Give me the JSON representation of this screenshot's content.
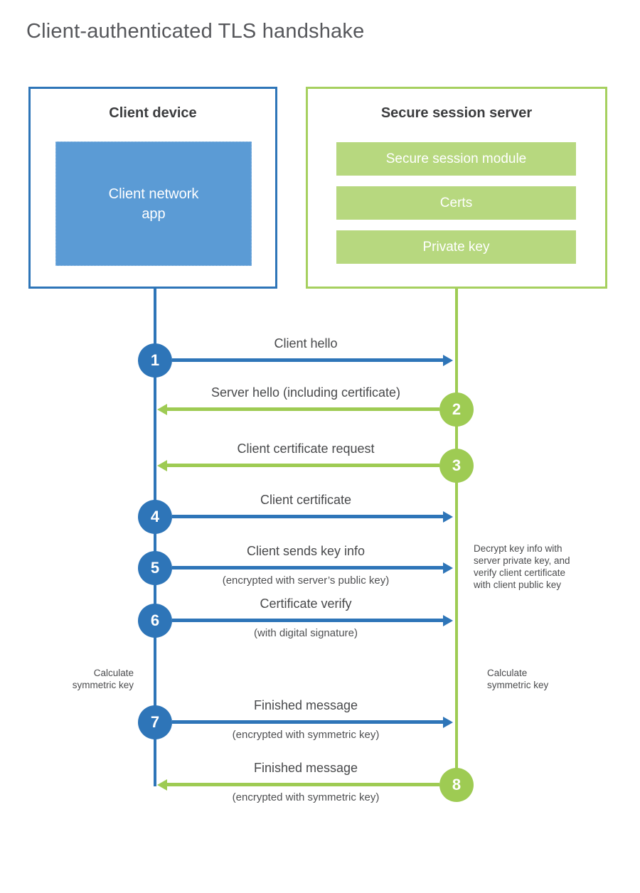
{
  "title": "Client-authenticated TLS handshake",
  "client_box": {
    "title": "Client device",
    "app": {
      "line1": "Client network",
      "line2": "app"
    }
  },
  "server_box": {
    "title": "Secure session server",
    "modules": [
      "Secure session module",
      "Certs",
      "Private key"
    ]
  },
  "steps": [
    {
      "number": "1",
      "label": "Client hello",
      "sublabel": "",
      "direction": "right",
      "color": "blue"
    },
    {
      "number": "2",
      "label": "Server hello (including certificate)",
      "sublabel": "",
      "direction": "left",
      "color": "green"
    },
    {
      "number": "3",
      "label": "Client certificate request",
      "sublabel": "",
      "direction": "left",
      "color": "green"
    },
    {
      "number": "4",
      "label": "Client certificate",
      "sublabel": "",
      "direction": "right",
      "color": "blue"
    },
    {
      "number": "5",
      "label": "Client sends key info",
      "sublabel": "(encrypted with server’s public key)",
      "direction": "right",
      "color": "blue"
    },
    {
      "number": "6",
      "label": "Certificate verify",
      "sublabel": "(with digital signature)",
      "direction": "right",
      "color": "blue"
    },
    {
      "number": "7",
      "label": "Finished message",
      "sublabel": "(encrypted with symmetric key)",
      "direction": "right",
      "color": "blue"
    },
    {
      "number": "8",
      "label": "Finished message",
      "sublabel": "(encrypted with symmetric key)",
      "direction": "left",
      "color": "green"
    }
  ],
  "notes": {
    "decrypt": {
      "lines": [
        "Decrypt key info with",
        "server private key, and",
        "verify client certificate",
        "with client public key"
      ]
    },
    "calc_left": {
      "lines": [
        "Calculate",
        "symmetric key"
      ]
    },
    "calc_right": {
      "lines": [
        "Calculate",
        "symmetric key"
      ]
    }
  },
  "colors": {
    "blue": "#2e75b8",
    "blue_fill": "#5b9bd5",
    "green": "#9ecb53",
    "green_border": "#a6d05f",
    "green_fill": "#b7d87f"
  }
}
